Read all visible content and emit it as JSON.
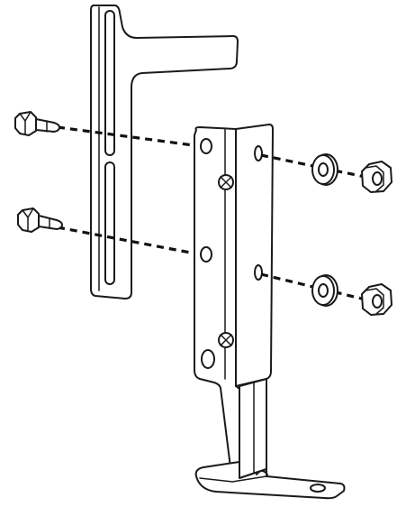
{
  "diagram": {
    "parts": [
      "slotted-bracket",
      "angle-bracket",
      "bolt",
      "washer",
      "hex-nut"
    ]
  },
  "colors": {
    "line": "#1a1a1a",
    "fill": "#ffffff",
    "shade": "#d9d9d9"
  }
}
